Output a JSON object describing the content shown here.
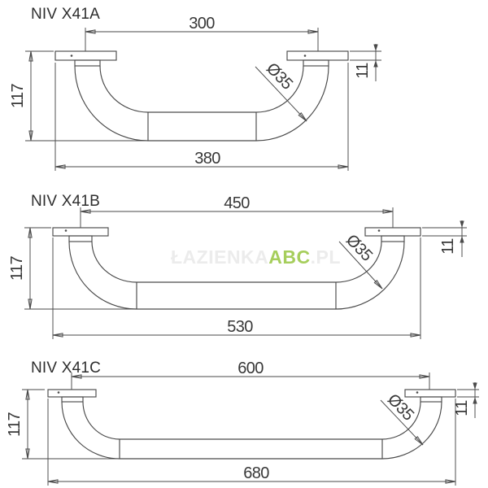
{
  "page": {
    "background": "#ffffff"
  },
  "watermark": {
    "prefix": "ŁAZIENKA",
    "highlight": "ABC",
    "suffix": ".PL",
    "highlight_color": "#a6ce5c",
    "faint_color": "#ececec"
  },
  "drawing": {
    "line_color": "#4a4a4a",
    "text_color": "#383838",
    "units": "mm",
    "diagrams": [
      {
        "id": "X41A",
        "title": "NIV X41A",
        "dim_top": "300",
        "dim_bottom": "380",
        "dim_height": "117",
        "dim_flange_thickness": "11",
        "dim_tube_diameter": "Ø35"
      },
      {
        "id": "X41B",
        "title": "NIV X41B",
        "dim_top": "450",
        "dim_bottom": "530",
        "dim_height": "117",
        "dim_flange_thickness": "11",
        "dim_tube_diameter": "Ø35"
      },
      {
        "id": "X41C",
        "title": "NIV X41C",
        "dim_top": "600",
        "dim_bottom": "680",
        "dim_height": "117",
        "dim_flange_thickness": "11",
        "dim_tube_diameter": "Ø35"
      }
    ]
  }
}
